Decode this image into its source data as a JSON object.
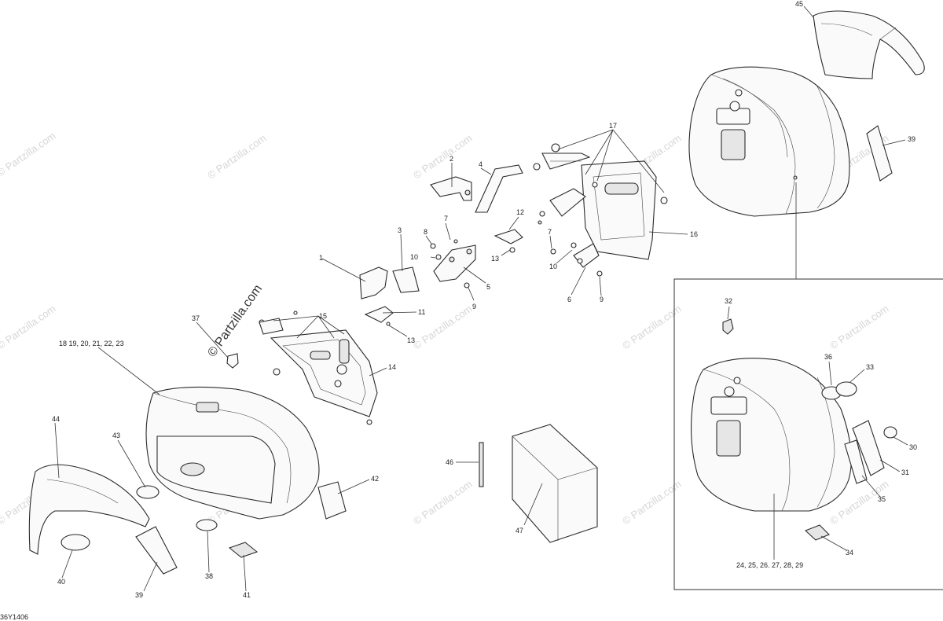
{
  "diagram": {
    "watermark_text": "© Partzilla.com",
    "drawing_code": "36Y1406",
    "labels": {
      "l1": "1",
      "l2": "2",
      "l3": "3",
      "l4": "4",
      "l5": "5",
      "l6": "6",
      "l7a": "7",
      "l7b": "7",
      "l8": "8",
      "l9a": "9",
      "l9b": "9",
      "l10a": "10",
      "l10b": "10",
      "l11": "11",
      "l12": "12",
      "l13a": "13",
      "l13b": "13",
      "l14": "14",
      "l15": "15",
      "l16": "16",
      "l17": "17",
      "l18": "18  19, 20, 21, 22, 23",
      "l24": "24, 25, 26. 27, 28, 29",
      "l30": "30",
      "l31": "31",
      "l32": "32",
      "l33": "33",
      "l34": "34",
      "l35": "35",
      "l36": "36",
      "l37": "37",
      "l38": "38",
      "l39a": "39",
      "l39b": "39",
      "l40": "40",
      "l41": "41",
      "l42": "42",
      "l43": "43",
      "l44": "44",
      "l45": "45",
      "l46": "46",
      "l47": "47"
    }
  }
}
